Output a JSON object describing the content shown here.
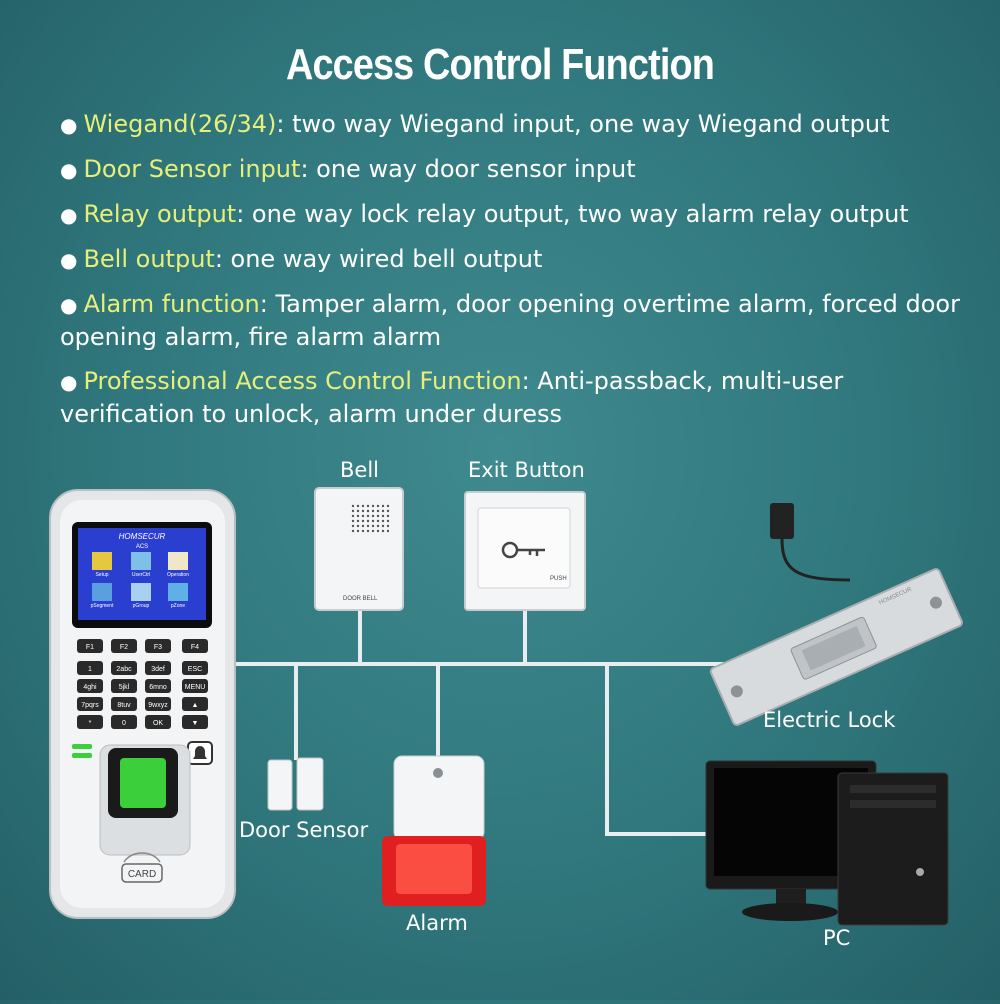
{
  "title": "Access Control Function",
  "features": [
    {
      "highlight": "Wiegand(26/34)",
      "text": ": two way Wiegand input, one way Wiegand output"
    },
    {
      "highlight": "Door Sensor input",
      "text": ": one way door sensor input"
    },
    {
      "highlight": "Relay output",
      "text": ": one way lock relay output, two way alarm relay output"
    },
    {
      "highlight": "Bell output",
      "text": ": one way wired bell output"
    },
    {
      "highlight": "Alarm function",
      "text": ": Tamper alarm, door opening overtime alarm, forced door opening alarm, fire alarm alarm"
    },
    {
      "highlight": "Professional Access Control Function",
      "text": ": Anti-passback, multi-user verification to unlock, alarm under duress"
    }
  ],
  "components": {
    "bell": "Bell",
    "exit_button": "Exit Button",
    "electric_lock": "Electric Lock",
    "door_sensor": "Door Sensor",
    "alarm": "Alarm",
    "pc": "PC"
  },
  "device_text": {
    "brand": "HOMSECUR",
    "model": "ACS",
    "menu_items": [
      "Setup",
      "UserCtrl",
      "Operation",
      "pSegment",
      "pGroup",
      "pZone"
    ],
    "fkeys": [
      "F1",
      "F2",
      "F3",
      "F4"
    ],
    "keypad": [
      "1",
      "2abc",
      "3def",
      "ESC",
      "4ghi",
      "5jkl",
      "6mno",
      "MENU",
      "7pqrs",
      "8tuv",
      "9wxyz",
      "▲",
      "*",
      "0",
      "OK",
      "▼"
    ],
    "card": "CARD",
    "bell_text": "DOOR BELL",
    "push_text": "PUSH",
    "lock_brand": "HOMSECUR"
  },
  "colors": {
    "background": "#2f777c",
    "highlight": "#e6ef7a",
    "wire": "#e8eef0",
    "alarm_red": "#e02020",
    "fingerprint_green": "#3ccf3c"
  }
}
